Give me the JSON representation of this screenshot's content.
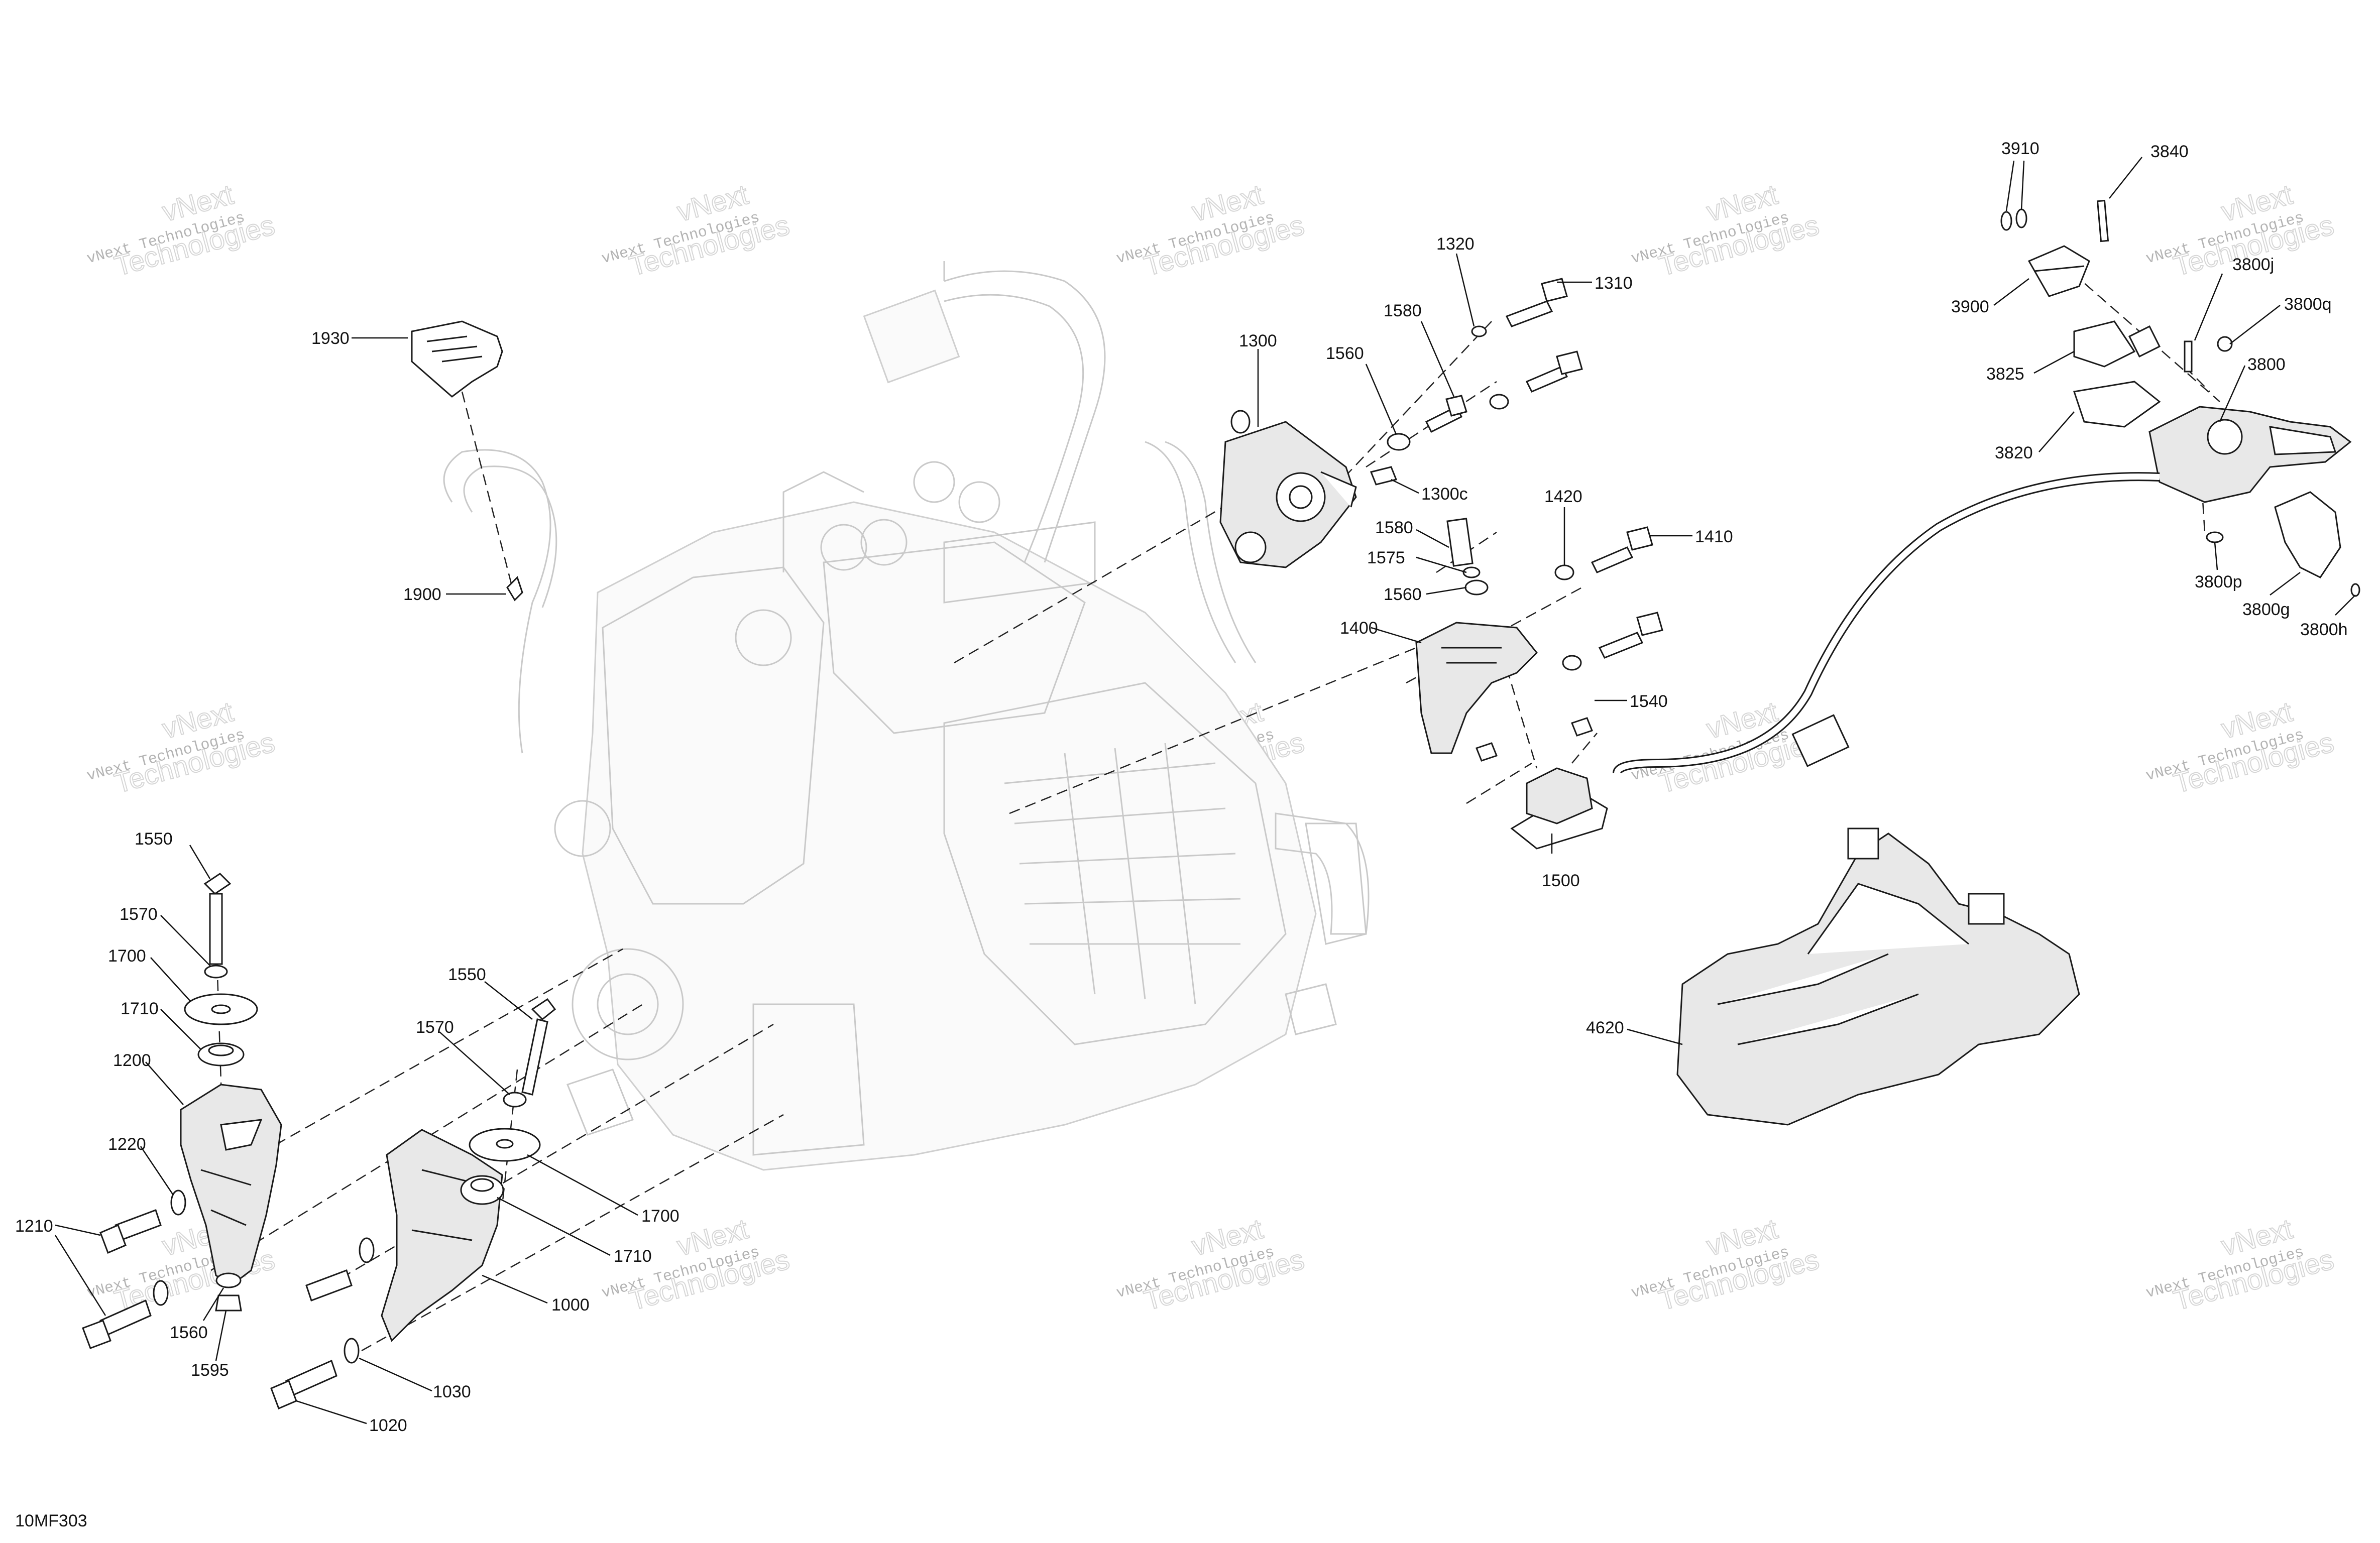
{
  "diagram_code": "10MF303",
  "watermark": {
    "company": "vNext Technologies",
    "line1": "vNext",
    "line2": "Technologies"
  },
  "callouts": [
    "1930",
    "1900",
    "1300",
    "1300c",
    "1320",
    "1310",
    "1580",
    "1560",
    "1420",
    "1410",
    "1580",
    "1575",
    "1560",
    "1400",
    "1540",
    "1500",
    "3910",
    "3840",
    "3900",
    "3800j",
    "3800q",
    "3825",
    "3800",
    "3820",
    "3800p",
    "3800g",
    "3800h",
    "4620",
    "1550",
    "1570",
    "1700",
    "1710",
    "1200",
    "1220",
    "1210",
    "1560",
    "1595",
    "1550",
    "1570",
    "1700",
    "1710",
    "1000",
    "1030",
    "1020"
  ],
  "colors": {
    "ink": "#111111",
    "ghost": "#c9c9c9",
    "watermark": "#9a9a9a"
  }
}
